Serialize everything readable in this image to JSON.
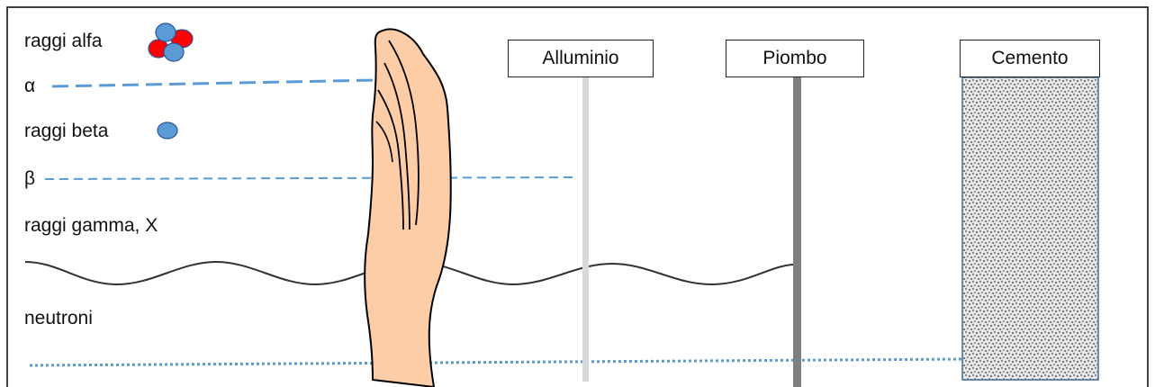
{
  "labels": {
    "alpha": "raggi alfa",
    "alpha_symbol": "α",
    "beta": "raggi beta",
    "beta_symbol": "β",
    "gamma": "raggi gamma, X",
    "neutron": "neutroni"
  },
  "barriers": {
    "aluminium": "Alluminio",
    "lead": "Piombo",
    "concrete": "Cemento"
  },
  "colors": {
    "ray": "#5b9bd5",
    "proton": "#ff0000",
    "neutron_particle": "#5b9bd5",
    "skin": "#fccda6",
    "aluminium": "#d9d9d9",
    "lead": "#7f7f7f",
    "wave": "#333333"
  }
}
